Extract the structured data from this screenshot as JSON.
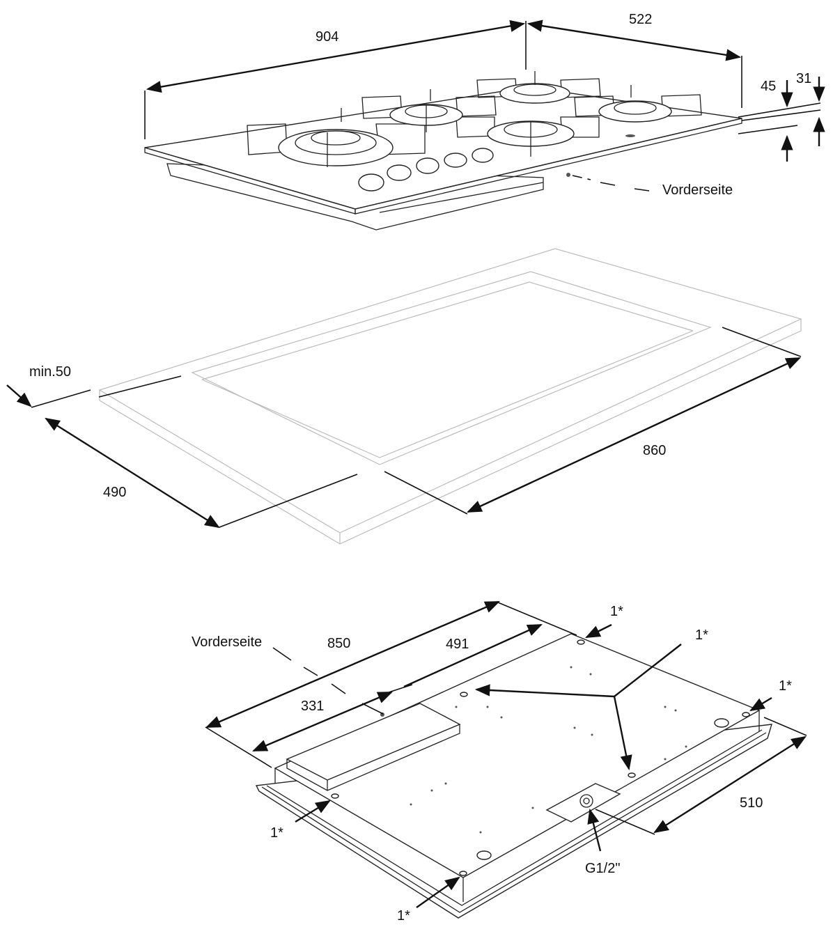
{
  "labels": {
    "hob_width": "904",
    "hob_depth": "522",
    "hob_height_total": "45",
    "hob_height_glass": "31",
    "front_top": "Vorderseite",
    "cutout_min": "min.50",
    "cutout_width": "860",
    "cutout_depth": "490",
    "bottom_width": "850",
    "bottom_gas_dist": "491",
    "bottom_front_dist": "331",
    "bottom_depth": "510",
    "front_bottom": "Vorderseite",
    "fixing_marker": "1*",
    "gas_connection": "G1/2\""
  }
}
